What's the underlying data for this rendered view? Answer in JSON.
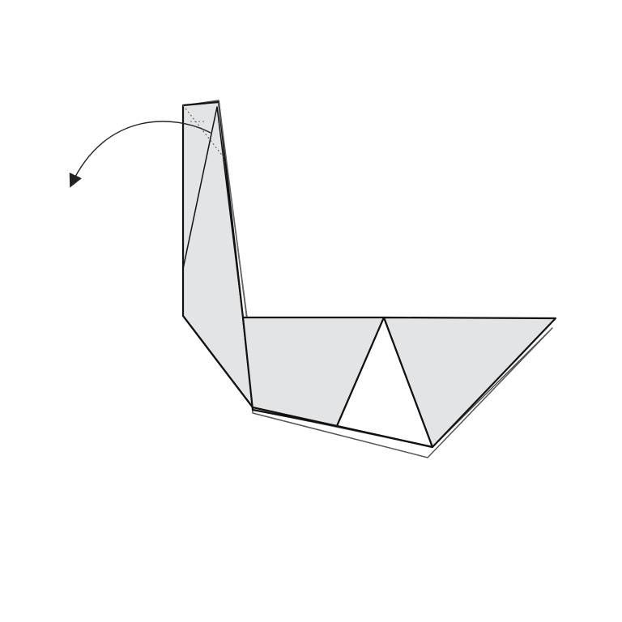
{
  "diagram": {
    "type": "origami-fold-step",
    "subject": "swan",
    "instruction_mark": "fold-tip-down-along-dotted-line",
    "fold_direction": "counterclockwise-down-left",
    "colors": {
      "background": "#ffffff",
      "paper_fill": "#e3e4e6",
      "paper_edge": "#111111",
      "back_layer_edge": "#555555",
      "fold_guide": "#666666",
      "arrow": "#222222"
    },
    "icons": {
      "arrow": "curved-fold-arrow-icon",
      "fold_line": "dotted-fold-line-icon"
    }
  }
}
